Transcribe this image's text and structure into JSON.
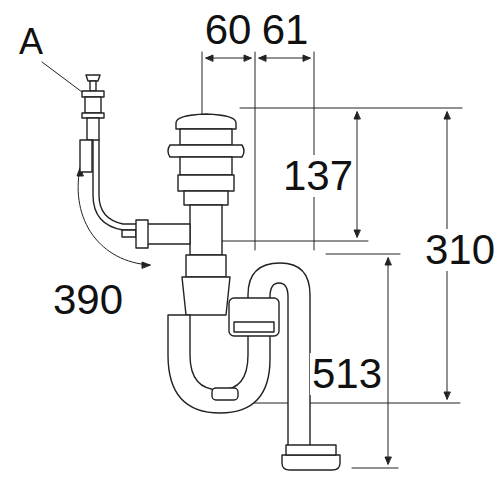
{
  "diagram": {
    "labels": [
      "A",
      "60",
      "61",
      "137",
      "390",
      "310",
      "513"
    ]
  }
}
